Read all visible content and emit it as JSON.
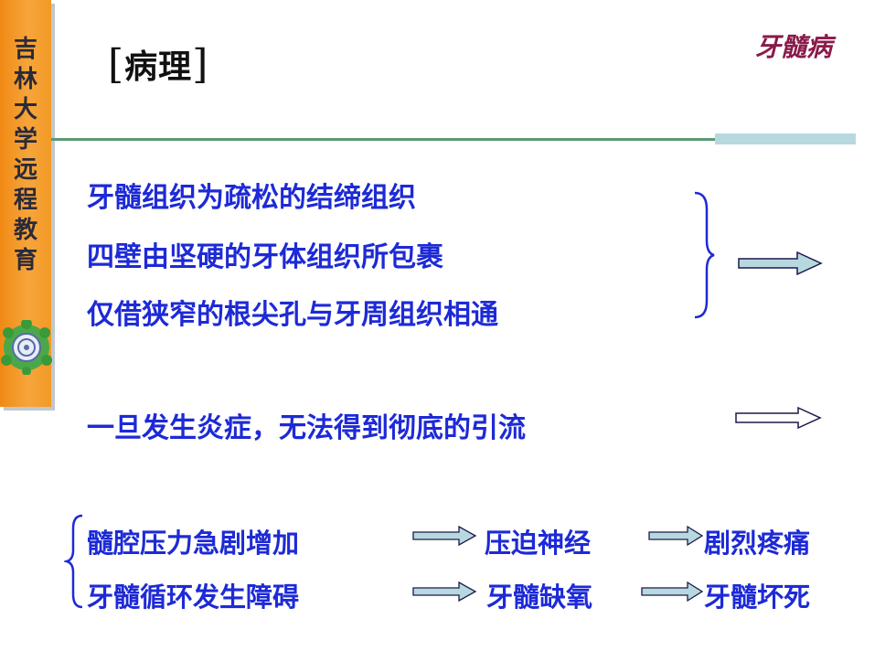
{
  "sidebar": {
    "title_chars": [
      "吉",
      "林",
      "大",
      "学",
      "远",
      "程",
      "教",
      "育"
    ]
  },
  "header": {
    "open_bracket": "[",
    "title": "病理",
    "close_bracket": "]",
    "topic": "牙髓病"
  },
  "group1": {
    "lines": [
      "牙髓组织为疏松的结缔组织",
      "四壁由坚硬的牙体组织所包裹",
      "仅借狭窄的根尖孔与牙周组织相通"
    ]
  },
  "statement2": {
    "text": "一旦发生炎症，无法得到彻底的引流"
  },
  "chains": {
    "row1": [
      "髓腔压力急剧增加",
      "压迫神经",
      "剧烈疼痛"
    ],
    "row2": [
      "牙髓循环发生障碍",
      "牙髓缺氧",
      "牙髓坏死"
    ]
  },
  "colors": {
    "text_blue": "#1d2ad6",
    "sidebar_orange": "#f29a26",
    "topic_maroon": "#8a1a4a",
    "divider_green": "#5a9a73",
    "divider_bar": "#b8d8e0"
  }
}
